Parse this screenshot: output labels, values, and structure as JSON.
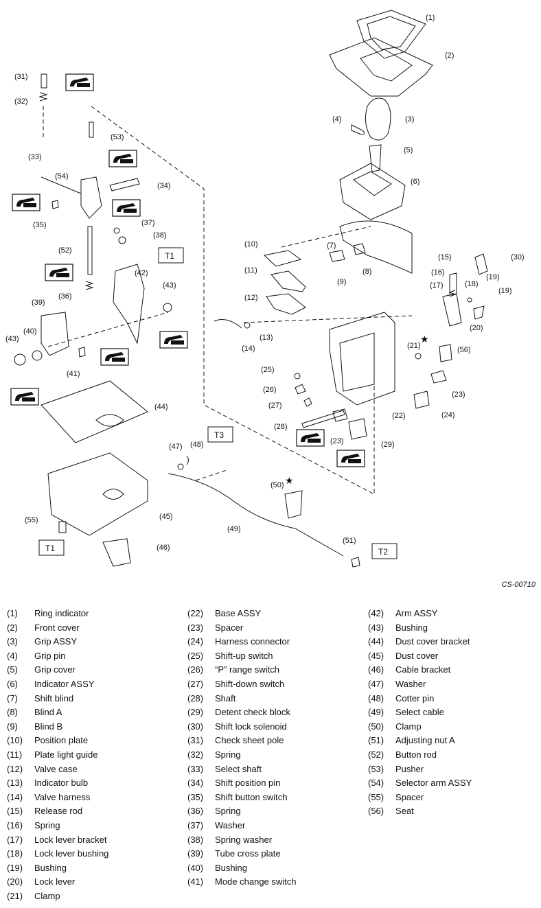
{
  "diagram": {
    "ref_code": "CS-00710",
    "torque_labels": [
      "T1",
      "T1",
      "T2",
      "T3"
    ],
    "callouts": [
      "(1)",
      "(2)",
      "(3)",
      "(4)",
      "(5)",
      "(6)",
      "(7)",
      "(8)",
      "(9)",
      "(10)",
      "(11)",
      "(12)",
      "(13)",
      "(14)",
      "(15)",
      "(16)",
      "(17)",
      "(18)",
      "(19)",
      "(19)",
      "(20)",
      "(21)",
      "(22)",
      "(23)",
      "(23)",
      "(24)",
      "(25)",
      "(26)",
      "(27)",
      "(28)",
      "(29)",
      "(30)",
      "(31)",
      "(32)",
      "(33)",
      "(34)",
      "(35)",
      "(36)",
      "(37)",
      "(38)",
      "(39)",
      "(40)",
      "(41)",
      "(42)",
      "(43)",
      "(43)",
      "(44)",
      "(45)",
      "(46)",
      "(47)",
      "(48)",
      "(49)",
      "(50)",
      "(51)",
      "(52)",
      "(53)",
      "(54)",
      "(55)",
      "(56)"
    ]
  },
  "legend": {
    "col1": [
      {
        "num": "(1)",
        "name": "Ring indicator"
      },
      {
        "num": "(2)",
        "name": "Front cover"
      },
      {
        "num": "(3)",
        "name": "Grip ASSY"
      },
      {
        "num": "(4)",
        "name": "Grip pin"
      },
      {
        "num": "(5)",
        "name": "Grip cover"
      },
      {
        "num": "(6)",
        "name": "Indicator ASSY"
      },
      {
        "num": "(7)",
        "name": "Shift blind"
      },
      {
        "num": "(8)",
        "name": "Blind A"
      },
      {
        "num": "(9)",
        "name": "Blind B"
      },
      {
        "num": "(10)",
        "name": "Position plate"
      },
      {
        "num": "(11)",
        "name": "Plate light guide"
      },
      {
        "num": "(12)",
        "name": "Valve case"
      },
      {
        "num": "(13)",
        "name": "Indicator bulb"
      },
      {
        "num": "(14)",
        "name": "Valve harness"
      },
      {
        "num": "(15)",
        "name": "Release rod"
      },
      {
        "num": "(16)",
        "name": "Spring"
      },
      {
        "num": "(17)",
        "name": "Lock lever bracket"
      },
      {
        "num": "(18)",
        "name": "Lock lever bushing"
      },
      {
        "num": "(19)",
        "name": "Bushing"
      },
      {
        "num": "(20)",
        "name": "Lock lever"
      },
      {
        "num": "(21)",
        "name": "Clamp"
      }
    ],
    "col2": [
      {
        "num": "(22)",
        "name": "Base ASSY"
      },
      {
        "num": "(23)",
        "name": "Spacer"
      },
      {
        "num": "(24)",
        "name": "Harness connector"
      },
      {
        "num": "(25)",
        "name": "Shift-up switch"
      },
      {
        "num": "(26)",
        "name": "“P” range switch"
      },
      {
        "num": "(27)",
        "name": "Shift-down switch"
      },
      {
        "num": "(28)",
        "name": "Shaft"
      },
      {
        "num": "(29)",
        "name": "Detent check block"
      },
      {
        "num": "(30)",
        "name": "Shift lock solenoid"
      },
      {
        "num": "(31)",
        "name": "Check sheet pole"
      },
      {
        "num": "(32)",
        "name": "Spring"
      },
      {
        "num": "(33)",
        "name": "Select shaft"
      },
      {
        "num": "(34)",
        "name": "Shift position pin"
      },
      {
        "num": "(35)",
        "name": "Shift button switch"
      },
      {
        "num": "(36)",
        "name": "Spring"
      },
      {
        "num": "(37)",
        "name": "Washer"
      },
      {
        "num": "(38)",
        "name": "Spring washer"
      },
      {
        "num": "(39)",
        "name": "Tube cross plate"
      },
      {
        "num": "(40)",
        "name": "Bushing"
      },
      {
        "num": "(41)",
        "name": "Mode change switch"
      }
    ],
    "col3": [
      {
        "num": "(42)",
        "name": "Arm ASSY"
      },
      {
        "num": "(43)",
        "name": "Bushing"
      },
      {
        "num": "(44)",
        "name": "Dust cover bracket"
      },
      {
        "num": "(45)",
        "name": "Dust cover"
      },
      {
        "num": "(46)",
        "name": "Cable bracket"
      },
      {
        "num": "(47)",
        "name": "Washer"
      },
      {
        "num": "(48)",
        "name": "Cotter pin"
      },
      {
        "num": "(49)",
        "name": "Select cable"
      },
      {
        "num": "(50)",
        "name": "Clamp"
      },
      {
        "num": "(51)",
        "name": "Adjusting nut A"
      },
      {
        "num": "(52)",
        "name": "Button rod"
      },
      {
        "num": "(53)",
        "name": "Pusher"
      },
      {
        "num": "(54)",
        "name": "Selector arm ASSY"
      },
      {
        "num": "(55)",
        "name": "Spacer"
      },
      {
        "num": "(56)",
        "name": "Seat"
      }
    ]
  }
}
